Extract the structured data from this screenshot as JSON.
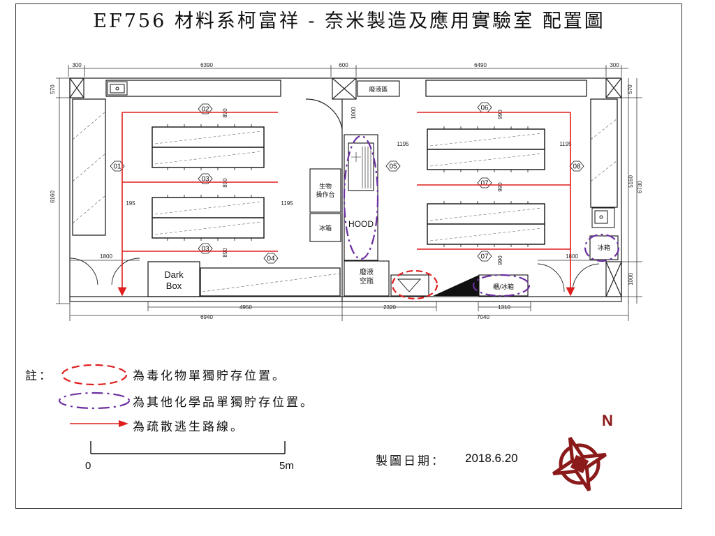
{
  "title": "EF756 材料系柯富祥 - 奈米製造及應用實驗室 配置圖",
  "dimensions": {
    "top_left_wall": "300",
    "top_left_span": "6390",
    "top_door": "600",
    "top_right_span": "6490",
    "top_right_wall": "300",
    "left_570": "570",
    "right_570": "570",
    "left_6160": "6160",
    "right_5160": "5160",
    "right_6730": "6730",
    "right_1000": "1000",
    "aisle_1000": "1000",
    "v890_a": "890",
    "v890_b": "890",
    "v890_c": "890",
    "v990_a": "990",
    "v990_b": "990",
    "v990_c": "990",
    "h195_left": "195",
    "h1195_left": "1195",
    "h1195_right_a": "1195",
    "h1195_right_b": "1195",
    "h1800_left": "1800",
    "h1800_right": "1800",
    "bottom_4950": "4950",
    "bottom_2320": "2320",
    "bottom_1310": "1310",
    "bottom_6940": "6940",
    "bottom_7040": "7040"
  },
  "rooms": {
    "waste_area": "廢液區",
    "bio_cabinet": "生物\n操作台",
    "fridge_center": "冰箱",
    "hood": "HOOD",
    "dark_box": "Dark\nBox",
    "waste_bottle": "廢液\n空瓶",
    "cabinet_fridge": "櫃/冰箱",
    "fridge_right": "冰箱"
  },
  "stations": [
    "01",
    "02",
    "03",
    "03",
    "04",
    "05",
    "06",
    "07",
    "07",
    "08"
  ],
  "legend": {
    "prefix": "註：",
    "toxic": "為毒化物單獨貯存位置。",
    "other": "為其他化學品單獨貯存位置。",
    "route": "為疏散逃生路線。"
  },
  "scale": {
    "start": "0",
    "end": "5m"
  },
  "date_label": "製圖日期：",
  "date_value": "2018.6.20",
  "compass": "N",
  "colors": {
    "route": "#e01e1e",
    "toxic": "#e01e1e",
    "other": "#6b2fa0",
    "compass": "#8b1a1a"
  }
}
